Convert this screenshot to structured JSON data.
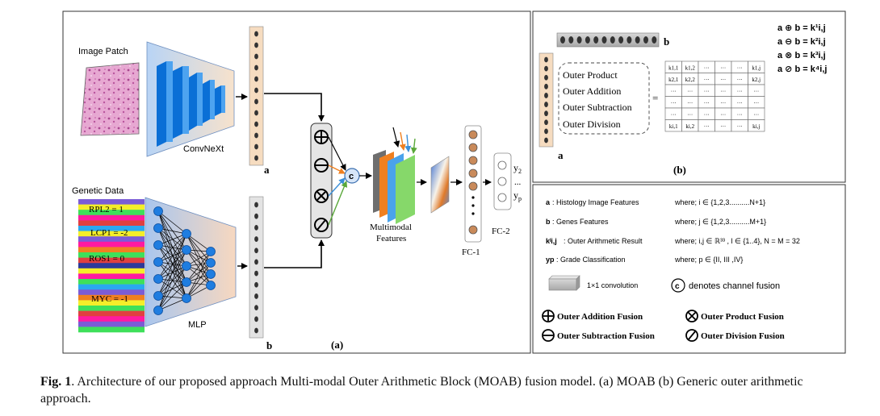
{
  "panel_a": {
    "image_patch_label": "Image Patch",
    "convnext_label": "ConvNeXt",
    "genetic_data_label": "Genetic Data",
    "genes": [
      "RPL2 =  1",
      "LCP1 = -2",
      "ROS1 = 0",
      "MYC = -1"
    ],
    "mlp_label": "MLP",
    "vector_a_label": "a",
    "vector_b_label": "b",
    "channel_fusion_symbol": "c",
    "multimodal_label_1": "Multimodal",
    "multimodal_label_2": "Features",
    "fc1_label": "FC-1",
    "fc2_label": "FC-2",
    "out_y2": "y",
    "out_y2_sub": "2",
    "out_dots": "...",
    "out_yp": "y",
    "out_yp_sub": "p",
    "panel_label": "(a)"
  },
  "panel_b": {
    "vector_b_label": "b",
    "vector_a_label": "a",
    "ops": [
      "Outer Product",
      "Outer Addition",
      "Outer Subtraction",
      "Outer Division"
    ],
    "equals": "=",
    "matrix_rows": [
      [
        "k1,1",
        "k1,2",
        "···",
        "···",
        "···",
        "k1,j"
      ],
      [
        "k2,1",
        "k2,2",
        "···",
        "···",
        "···",
        "k2,j"
      ],
      [
        "···",
        "···",
        "···",
        "···",
        "···",
        "···"
      ],
      [
        "···",
        "···",
        "···",
        "···",
        "···",
        "···"
      ],
      [
        "···",
        "···",
        "···",
        "···",
        "···",
        "···"
      ],
      [
        "ki,1",
        "ki,2",
        "···",
        "···",
        "···",
        "ki,j"
      ]
    ],
    "formulas": [
      "a ⊕ b = k¹i,j",
      "a ⊖ b = k²i,j",
      "a ⊗ b = k³i,j",
      "a ⊘ b = k⁴i,j"
    ],
    "panel_label": "(b)"
  },
  "legend": {
    "rows": [
      {
        "symbol": "a",
        "desc": ":  Histology Image Features",
        "where": "where;  i ∈ {1,2,3..........N+1}"
      },
      {
        "symbol": "b",
        "desc": ":  Genes Features",
        "where": "where;  j ∈ {1,2,3..........M+1}"
      },
      {
        "symbol": "kˡi,j",
        "desc": ": Outer Arithmetic Result",
        "where": "where;  i,j ∈ ℝ³³ , l ∈ {1..4}, N = M = 32"
      },
      {
        "symbol": "yp",
        "desc": ":  Grade Classification",
        "where": "where;  p ∈ {II, III ,IV}"
      }
    ],
    "conv_label": "1×1 convolution",
    "channel_fusion_symbol": "c",
    "channel_fusion_label": "denotes channel fusion",
    "fusion_addition": "Outer Addition Fusion",
    "fusion_product": "Outer Product Fusion",
    "fusion_subtraction": "Outer Subtraction Fusion",
    "fusion_division": "Outer Division Fusion"
  },
  "caption": {
    "prefix": "Fig. 1",
    "text": ". Architecture of our proposed approach Multi-modal Outer Arithmetic Block (MOAB) fusion model. (a) MOAB (b) Generic outer arithmetic approach."
  },
  "colors": {
    "vector_a_fill": "#f6dcc0",
    "vector_b_fill": "#e3e3e3",
    "convnext_blue": "#0a6fd6",
    "arrow_orange": "#f08020",
    "arrow_blue": "#3b8fd8",
    "arrow_green": "#5aa83a",
    "fusion_node": "#e5e5e5"
  },
  "gene_stripe_colors": [
    "#7b5cd6",
    "#f4ee2a",
    "#3ee05a",
    "#ff1aa0",
    "#e04040",
    "#2aa8f0",
    "#f4ee2a",
    "#7b5cd6",
    "#ff1aa0",
    "#f08020",
    "#3ee05a",
    "#e04040",
    "#2d3a9a",
    "#f4ee2a",
    "#ff1aa0",
    "#3ee05a",
    "#2aa8f0",
    "#7b5cd6",
    "#f08020",
    "#f4ee2a",
    "#3ee05a",
    "#e04040",
    "#ff1aa0",
    "#7b5cd6",
    "#3ee05a"
  ]
}
